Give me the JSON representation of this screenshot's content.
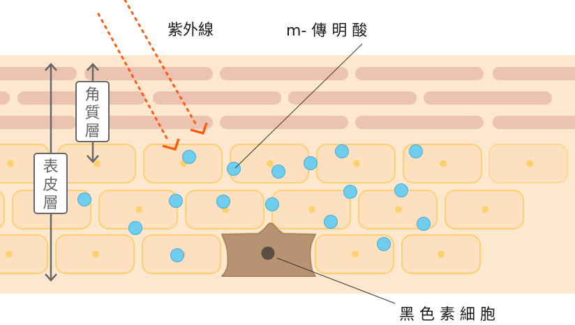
{
  "diagram": {
    "title": "m-傳明酸 skin epidermis diagram",
    "labels": {
      "uv": "紫外線",
      "tranexamic_acid": "m- 傳 明 酸",
      "melanocyte": "黑 色 素 細 胞",
      "stratum_corneum": [
        "角",
        "質",
        "層"
      ],
      "epidermis": [
        "表",
        "皮",
        "層"
      ]
    },
    "colors": {
      "skin_background": "#fde8cf",
      "corneum_strip": "#ecc2b0",
      "cell_fill": "#fde0c0",
      "cell_border": "#fdcf6e",
      "nucleus": "#fdd06c",
      "particle_fill": "#6fcdee",
      "particle_border": "#4aa8d4",
      "melanocyte_fill": "#b89373",
      "melanocyte_border": "#a98558",
      "melanocyte_nucleus": "#5c4d42",
      "uv_arrow": "#ff5a10",
      "measure_arrow": "#666666",
      "leader_line": "#333333"
    },
    "legend_items": [
      {
        "name": "uv-rays",
        "label": "紫外線"
      },
      {
        "name": "tranexamic-acid",
        "label": "m- 傳 明 酸"
      },
      {
        "name": "melanocyte",
        "label": "黑 色 素 細 胞"
      },
      {
        "name": "stratum-corneum",
        "label": "角質層"
      },
      {
        "name": "epidermis",
        "label": "表皮層"
      }
    ]
  }
}
